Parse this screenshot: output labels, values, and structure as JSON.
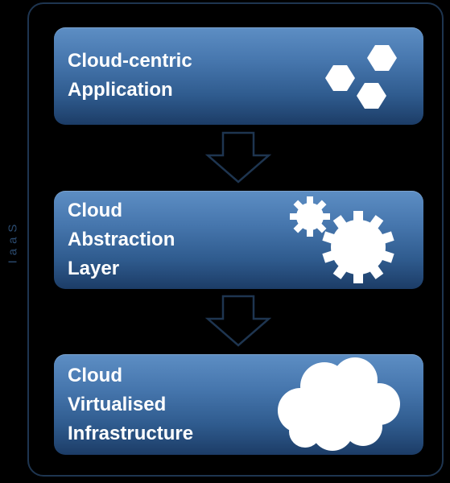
{
  "side_label": "IaaS",
  "layers": [
    {
      "lines": [
        "Cloud-centric",
        "Application"
      ],
      "icon": "hexagons-icon"
    },
    {
      "lines": [
        "Cloud",
        "Abstraction",
        "Layer"
      ],
      "icon": "gears-icon"
    },
    {
      "lines": [
        "Cloud",
        "Virtualised",
        "Infrastructure"
      ],
      "icon": "cloud-icon"
    }
  ],
  "colors": {
    "background": "#000000",
    "box_top": "#5d8ec4",
    "box_bottom": "#1c3c66",
    "frame": "#1e3550",
    "arrow": "#1e3550",
    "icon": "#ffffff"
  }
}
